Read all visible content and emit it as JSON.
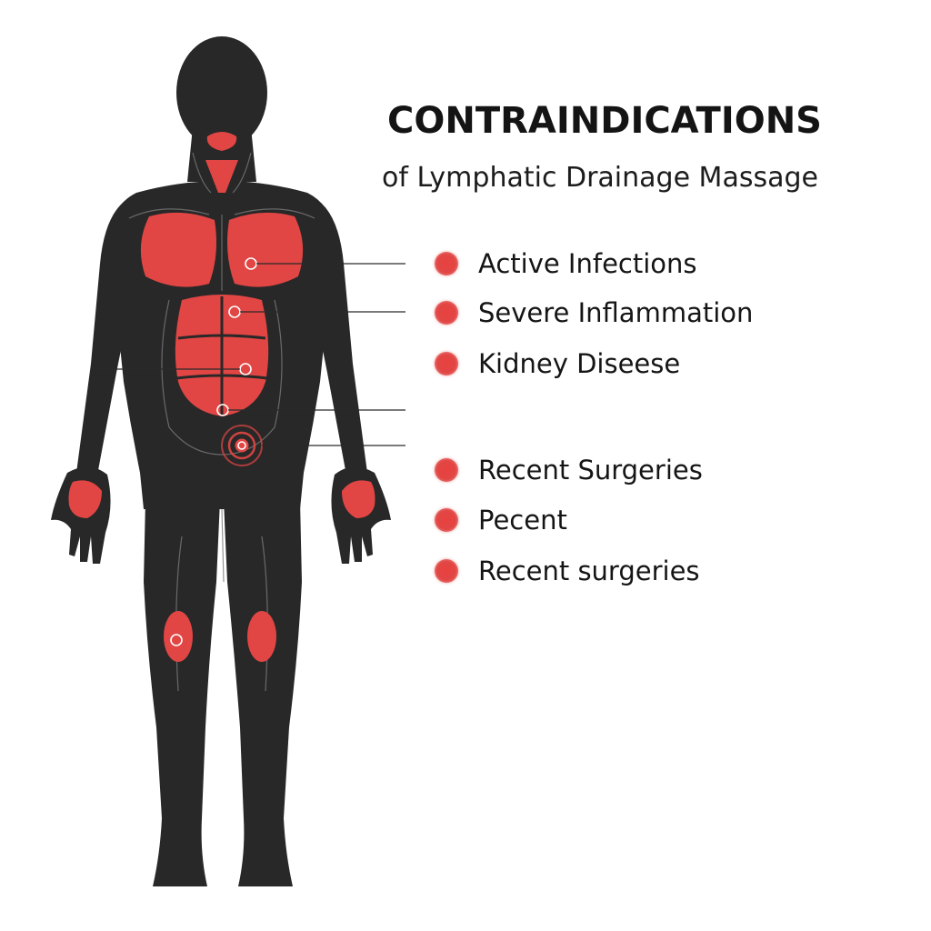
{
  "header": {
    "title": "CONTRAINDICATIONS",
    "subtitle": "of Lymphatic Drainage Massage"
  },
  "contraindications": [
    {
      "label": "Active Infections"
    },
    {
      "label": "Severe Inflammation"
    },
    {
      "label": "Kidney Diseese"
    },
    {
      "label": "Recent Surgeries"
    },
    {
      "label": "Pecent"
    },
    {
      "label": "Recent surgeries"
    }
  ],
  "colors": {
    "body": "#282828",
    "highlight": "#e14644",
    "background": "#ffffff",
    "text": "#151515"
  }
}
